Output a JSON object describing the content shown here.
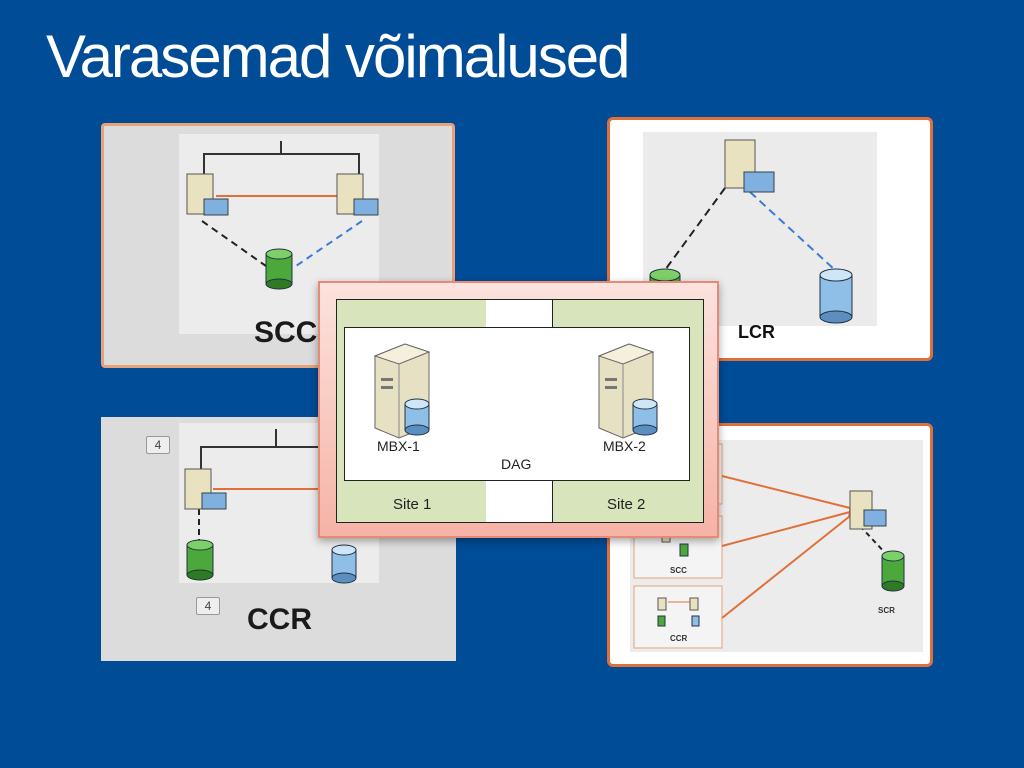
{
  "slide": {
    "title": "Varasemad võimalused",
    "background": "#004c97"
  },
  "scc": {
    "label": "SCC"
  },
  "ccr": {
    "label": "CCR",
    "badge_top": "4",
    "badge_bottom": "4"
  },
  "lcr": {
    "label": "LCR"
  },
  "scr": {
    "label": "SCR",
    "thumb_scc": "SCC",
    "thumb_ccr": "CCR"
  },
  "dag": {
    "label": "DAG",
    "server1": "MBX-1",
    "server2": "MBX-2",
    "site1": "Site 1",
    "site2": "Site 2"
  },
  "colors": {
    "orange": "#e0703a",
    "site_green": "#d8e4bc",
    "dag_frame": "#f4a99a"
  },
  "icons": [
    "server-icon",
    "storage-icon",
    "database-icon"
  ]
}
